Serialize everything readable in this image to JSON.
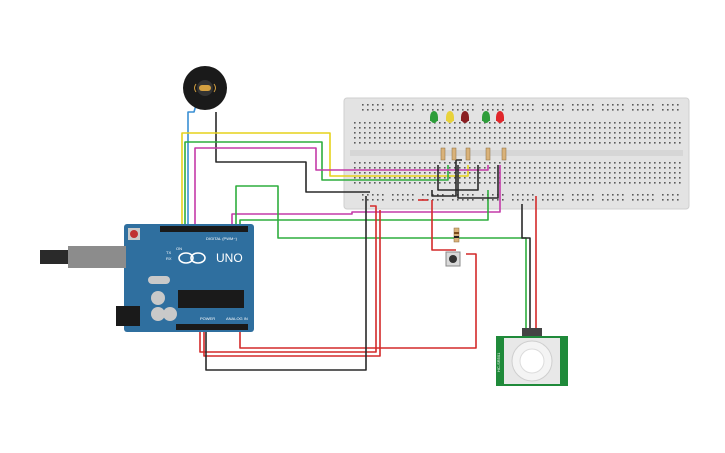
{
  "arduino": {
    "brand": "UNO",
    "digital_header": "DIGITAL (PWM~)",
    "power_header": "POWER",
    "analog_header": "ANALOG IN",
    "tx_label": "TX",
    "rx_label": "RX",
    "on_label": "ON",
    "board_color": "#2f6f9f"
  },
  "pir_sensor": {
    "model": "HC-SR501",
    "board_color": "#1f8a3a"
  },
  "leds": [
    {
      "color": "green",
      "hex": "#2e9d3a"
    },
    {
      "color": "yellow",
      "hex": "#e8d23a"
    },
    {
      "color": "red",
      "hex": "#c0262b"
    },
    {
      "color": "green",
      "hex": "#2e9d3a"
    },
    {
      "color": "red",
      "hex": "#e0262b"
    }
  ],
  "components": [
    "piezo-buzzer",
    "pushbutton",
    "resistor",
    "breadboard"
  ],
  "wire_colors": {
    "red": "#d42a2a",
    "black": "#2a2a2a",
    "green": "#2fae3e",
    "yellow": "#e6d21c",
    "magenta": "#c43aa8",
    "blue": "#3a8fd4"
  }
}
